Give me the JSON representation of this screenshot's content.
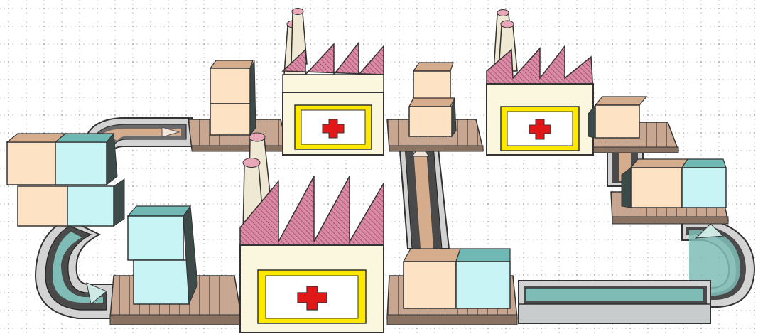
{
  "scene": {
    "colors": {
      "background": "#ffffff",
      "grid_dots": "#8a8a8a",
      "cream_box": "#fde3c4",
      "cyan_box": "#c8f4f6",
      "teal_box": "#6fb8b4",
      "tan_box": "#d6ad8c",
      "factory_wall": "#fbf7de",
      "factory_roof": "#d98aa4",
      "chimney": "#efe9d3",
      "plaque_border": "#ffe800",
      "red_cross": "#e01818",
      "conveyor_belt": "#7fbcb5",
      "conveyor_frame": "#d3d3d3",
      "pallet": "#c8a690"
    },
    "factories": [
      {
        "name": "factory-top-left",
        "symbol": "red-cross"
      },
      {
        "name": "factory-top-right",
        "symbol": "red-cross"
      },
      {
        "name": "factory-front",
        "symbol": "red-cross"
      }
    ],
    "box_stacks": [
      {
        "name": "stack-left",
        "colors": [
          "cream",
          "cyan"
        ]
      },
      {
        "name": "stack-top-left",
        "colors": [
          "cream"
        ]
      },
      {
        "name": "stack-top-center",
        "colors": [
          "cream"
        ]
      },
      {
        "name": "stack-top-right",
        "colors": [
          "cream"
        ]
      },
      {
        "name": "stack-front-left",
        "colors": [
          "cyan"
        ]
      },
      {
        "name": "stack-front-center",
        "colors": [
          "cream",
          "cyan"
        ]
      },
      {
        "name": "stack-right",
        "colors": [
          "cream",
          "cyan"
        ]
      }
    ],
    "conveyors": [
      {
        "name": "conveyor-top-left-curve",
        "direction": "right"
      },
      {
        "name": "conveyor-left-curve",
        "direction": "down-right"
      },
      {
        "name": "conveyor-center-vertical",
        "direction": "up"
      },
      {
        "name": "conveyor-right-curve",
        "direction": "up"
      },
      {
        "name": "conveyor-bottom-right",
        "direction": "left"
      },
      {
        "name": "conveyor-right-short",
        "direction": "down"
      }
    ]
  }
}
